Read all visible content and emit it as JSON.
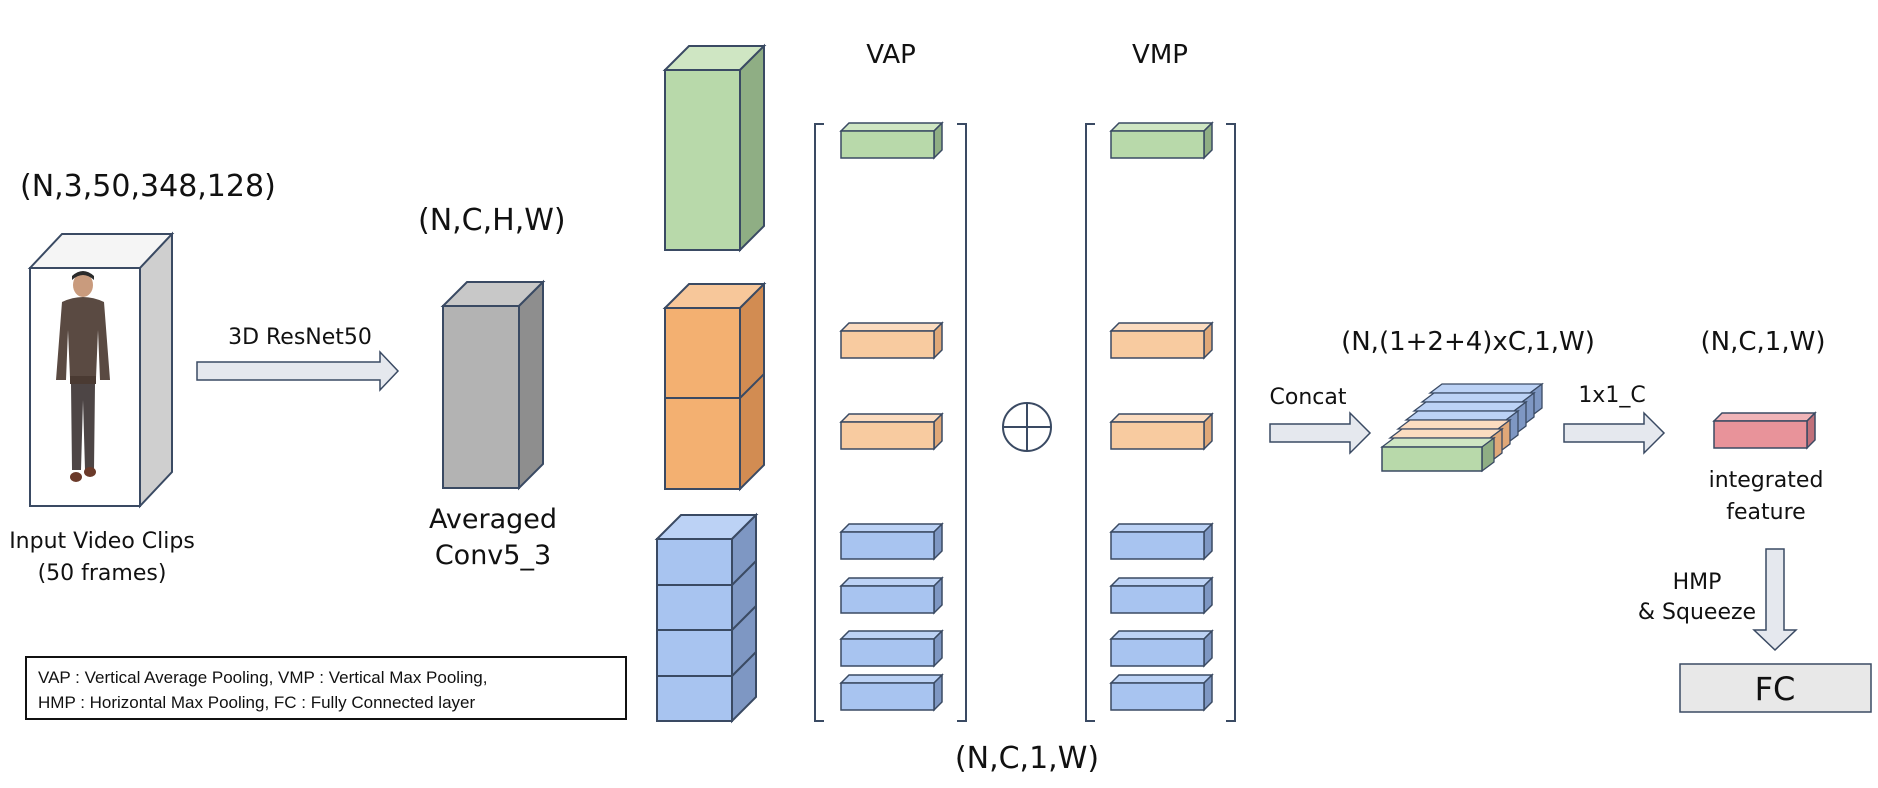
{
  "input": {
    "shape": "(N,3,50,348,128)",
    "caption_line1": "Input Video Clips",
    "caption_line2": "(50 frames)"
  },
  "backbone_arrow_label": "3D ResNet50",
  "conv": {
    "shape": "(N,C,H,W)",
    "caption_line1": "Averaged",
    "caption_line2": "Conv5_3"
  },
  "vap_label": "VAP",
  "vmp_label": "VMP",
  "pool_output_shape": "(N,C,1,W)",
  "concat": {
    "arrow_label": "Concat",
    "shape": "(N,(1+2+4)xC,1,W)"
  },
  "conv1x1": {
    "arrow_label": "1x1_C",
    "shape": "(N,C,1,W)",
    "caption_line1": "integrated",
    "caption_line2": "feature"
  },
  "hmp_label_line1": "HMP",
  "hmp_label_line2": "& Squeeze",
  "fc_label": "FC",
  "legend": {
    "line1": "VAP : Vertical Average Pooling, VMP : Vertical Max Pooling,",
    "line2": "HMP : Horizontal Max Pooling, FC : Fully Connected layer"
  },
  "colors": {
    "green": "#b8d9aa",
    "orange": "#f3b071",
    "orange_light": "#f8cba0",
    "blue": "#a8c4f0",
    "gray": "#b3b3b3",
    "red": "#e8939a",
    "edge": "#3a4a63"
  }
}
